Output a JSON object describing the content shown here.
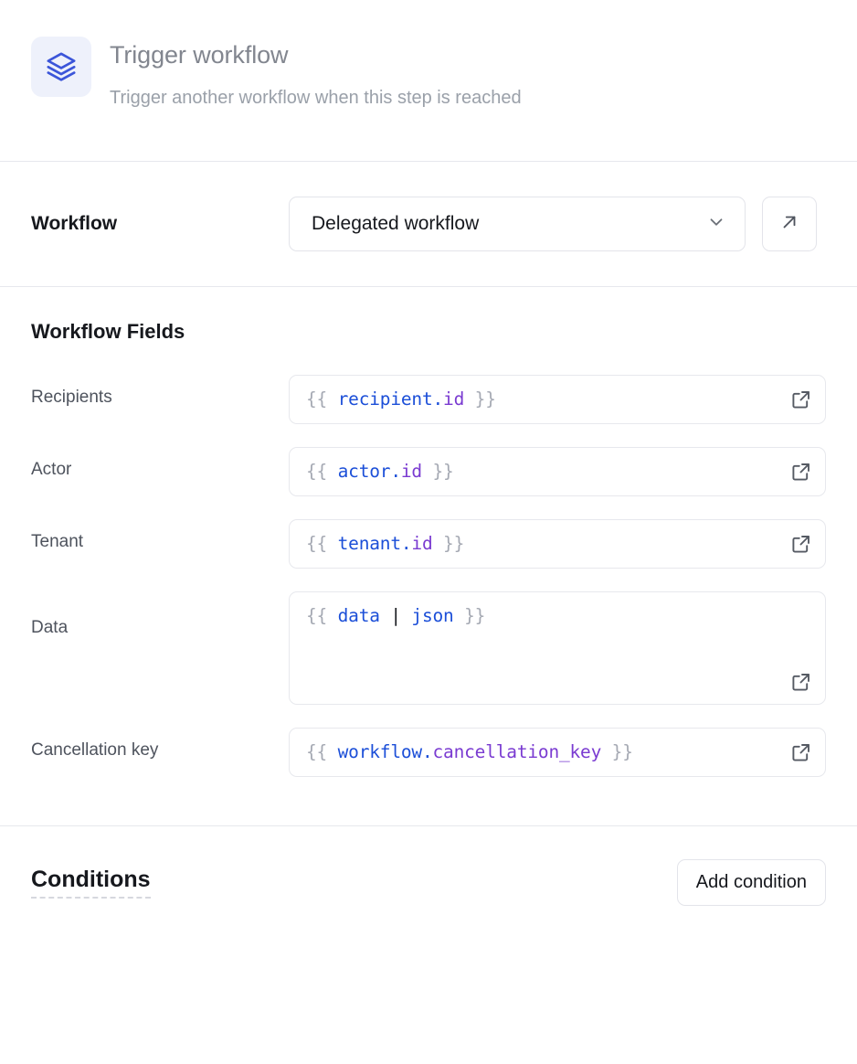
{
  "header": {
    "icon": "layers-icon",
    "title": "Trigger workflow",
    "subtitle": "Trigger another workflow when this step is reached",
    "icon_color": "#3b55d9",
    "icon_bg": "#eef1fb"
  },
  "workflow": {
    "label": "Workflow",
    "selected": "Delegated workflow",
    "dropdown_icon": "chevron-down-icon",
    "open_icon": "arrow-up-right-icon"
  },
  "fields_section": {
    "title": "Workflow Fields",
    "rows": [
      {
        "label": "Recipients",
        "name": "recipients",
        "multiline": false,
        "tokens": [
          {
            "t": "{{ ",
            "c": "brace"
          },
          {
            "t": "recipient.",
            "c": "ns"
          },
          {
            "t": "id",
            "c": "prop"
          },
          {
            "t": " }}",
            "c": "brace"
          }
        ],
        "value": "{{ recipient.id }}",
        "expand_icon": "external-link-icon"
      },
      {
        "label": "Actor",
        "name": "actor",
        "multiline": false,
        "tokens": [
          {
            "t": "{{ ",
            "c": "brace"
          },
          {
            "t": "actor.",
            "c": "ns"
          },
          {
            "t": "id",
            "c": "prop"
          },
          {
            "t": " }}",
            "c": "brace"
          }
        ],
        "value": "{{ actor.id }}",
        "expand_icon": "external-link-icon"
      },
      {
        "label": "Tenant",
        "name": "tenant",
        "multiline": false,
        "tokens": [
          {
            "t": "{{ ",
            "c": "brace"
          },
          {
            "t": "tenant.",
            "c": "ns"
          },
          {
            "t": "id",
            "c": "prop"
          },
          {
            "t": " }}",
            "c": "brace"
          }
        ],
        "value": "{{ tenant.id }}",
        "expand_icon": "external-link-icon"
      },
      {
        "label": "Data",
        "name": "data",
        "multiline": true,
        "tokens": [
          {
            "t": "{{ ",
            "c": "brace"
          },
          {
            "t": "data ",
            "c": "ns"
          },
          {
            "t": "|",
            "c": "pipe"
          },
          {
            "t": " json",
            "c": "ns"
          },
          {
            "t": " }}",
            "c": "brace"
          }
        ],
        "value": "{{ data | json }}",
        "expand_icon": "external-link-icon"
      },
      {
        "label": "Cancellation key",
        "name": "cancellation-key",
        "multiline": false,
        "tokens": [
          {
            "t": "{{ ",
            "c": "brace"
          },
          {
            "t": "workflow.",
            "c": "ns"
          },
          {
            "t": "cancellation_key",
            "c": "prop"
          },
          {
            "t": " }}",
            "c": "brace"
          }
        ],
        "value": "{{ workflow.cancellation_key }}",
        "expand_icon": "external-link-icon"
      }
    ]
  },
  "conditions": {
    "title": "Conditions",
    "add_label": "Add condition"
  },
  "colors": {
    "accent_blue": "#1c4fd8",
    "accent_purple": "#7a3bd1",
    "border": "#e3e4ea",
    "divider": "#e7e8ed",
    "text_dark": "#16181d",
    "text_muted": "#4e535d",
    "text_light": "#9aa0a9"
  }
}
